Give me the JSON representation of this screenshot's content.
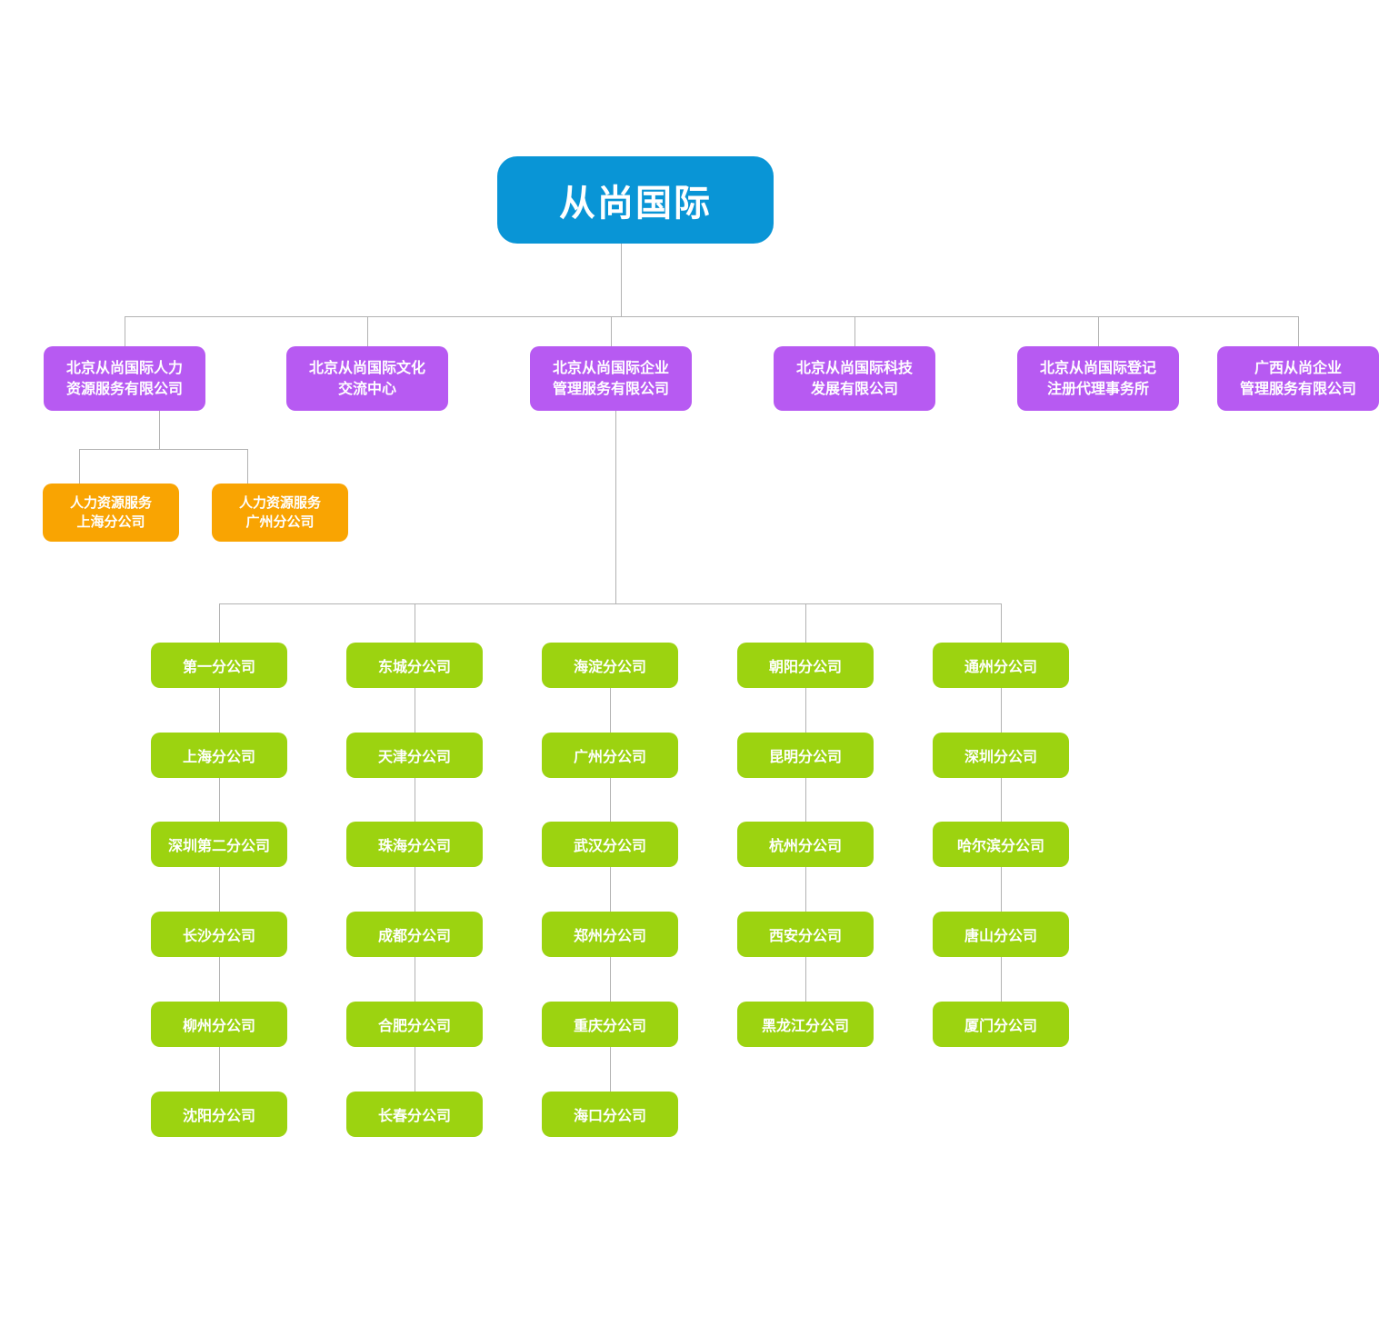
{
  "diagram": {
    "root": {
      "label": "从尚国际"
    },
    "level2": [
      {
        "label": "北京从尚国际人力\n资源服务有限公司"
      },
      {
        "label": "北京从尚国际文化\n交流中心"
      },
      {
        "label": "北京从尚国际企业\n管理服务有限公司"
      },
      {
        "label": "北京从尚国际科技\n发展有限公司"
      },
      {
        "label": "北京从尚国际登记\n注册代理事务所"
      },
      {
        "label": "广西从尚企业\n管理服务有限公司"
      }
    ],
    "hr_branches": [
      {
        "label": "人力资源服务\n上海分公司"
      },
      {
        "label": "人力资源服务\n广州分公司"
      }
    ],
    "branch_columns": [
      [
        "第一分公司",
        "上海分公司",
        "深圳第二分公司",
        "长沙分公司",
        "柳州分公司",
        "沈阳分公司"
      ],
      [
        "东城分公司",
        "天津分公司",
        "珠海分公司",
        "成都分公司",
        "合肥分公司",
        "长春分公司"
      ],
      [
        "海淀分公司",
        "广州分公司",
        "武汉分公司",
        "郑州分公司",
        "重庆分公司",
        "海口分公司"
      ],
      [
        "朝阳分公司",
        "昆明分公司",
        "杭州分公司",
        "西安分公司",
        "黑龙江分公司"
      ],
      [
        "通州分公司",
        "深圳分公司",
        "哈尔滨分公司",
        "唐山分公司",
        "厦门分公司"
      ]
    ],
    "colors": {
      "root": "#0995d6",
      "level2": "#b75af2",
      "hr_branch": "#f9a402",
      "branch": "#9cd310",
      "connector": "#b2b2b2"
    }
  }
}
